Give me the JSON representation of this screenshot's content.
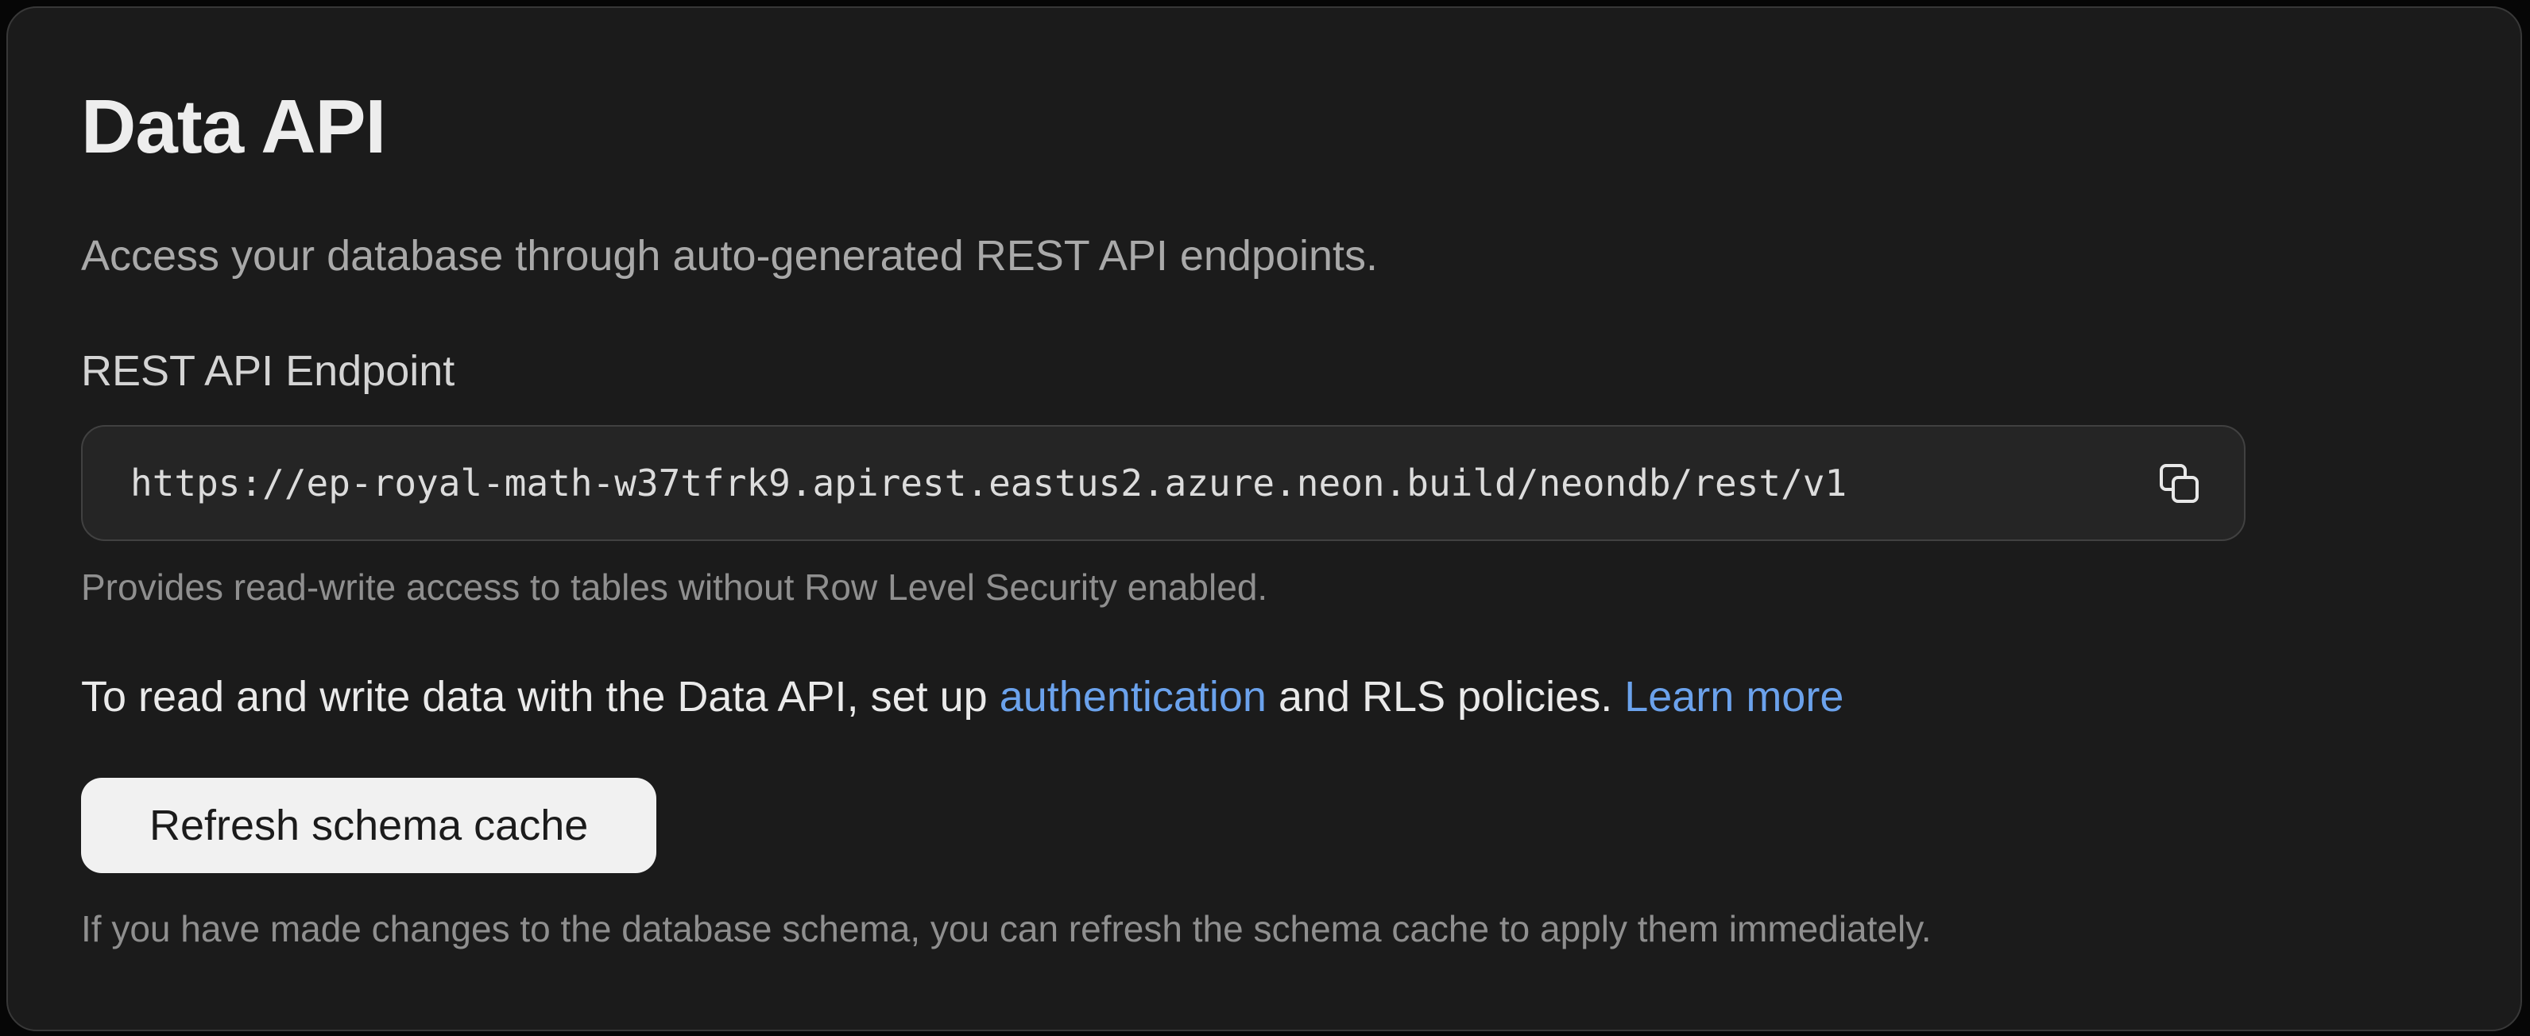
{
  "panel": {
    "title": "Data API",
    "description": "Access your database through auto-generated REST API endpoints.",
    "endpoint": {
      "label": "REST API Endpoint",
      "value": "https://ep-royal-math-w37tfrk9.apirest.eastus2.azure.neon.build/neondb/rest/v1",
      "copy_icon": "copy-icon",
      "helper": "Provides read-write access to tables without Row Level Security enabled."
    },
    "rls_note": {
      "text_before": "To read and write data with the Data API, set up ",
      "authentication_link": "authentication",
      "text_middle": " and RLS policies. ",
      "learn_more_link": "Learn more"
    },
    "refresh": {
      "button_label": "Refresh schema cache",
      "helper": "If you have made changes to the database schema, you can refresh the schema cache to apply them immediately."
    },
    "colors": {
      "card_background": "#1b1b1b",
      "link_blue": "#6ba2ec",
      "button_background": "#f1f1f1"
    }
  }
}
